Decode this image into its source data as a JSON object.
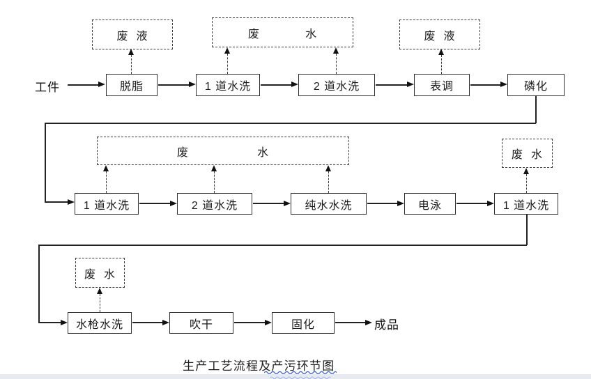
{
  "diagram": {
    "caption": "生产工艺流程及产污环节图",
    "row1": {
      "source_label": "工件",
      "steps": [
        "脱脂",
        "1 道水洗",
        "2 道水洗",
        "表调",
        "磷化"
      ],
      "waste_boxes": [
        "废  液",
        "废            水",
        "废  液"
      ]
    },
    "row2": {
      "steps": [
        "1 道水洗",
        "2 道水洗",
        "纯水水洗",
        "电泳",
        "1 道水洗"
      ],
      "waste_boxes": [
        "废                  水",
        "废  水"
      ]
    },
    "row3": {
      "steps": [
        "水枪水洗",
        "吹干",
        "固化"
      ],
      "waste_boxes": [
        "废  水"
      ],
      "output_label": "成品"
    },
    "colors": {
      "line": "#222222",
      "squiggle_blue": "#4066d6",
      "bottom_bar": "#e7ebf1"
    }
  }
}
